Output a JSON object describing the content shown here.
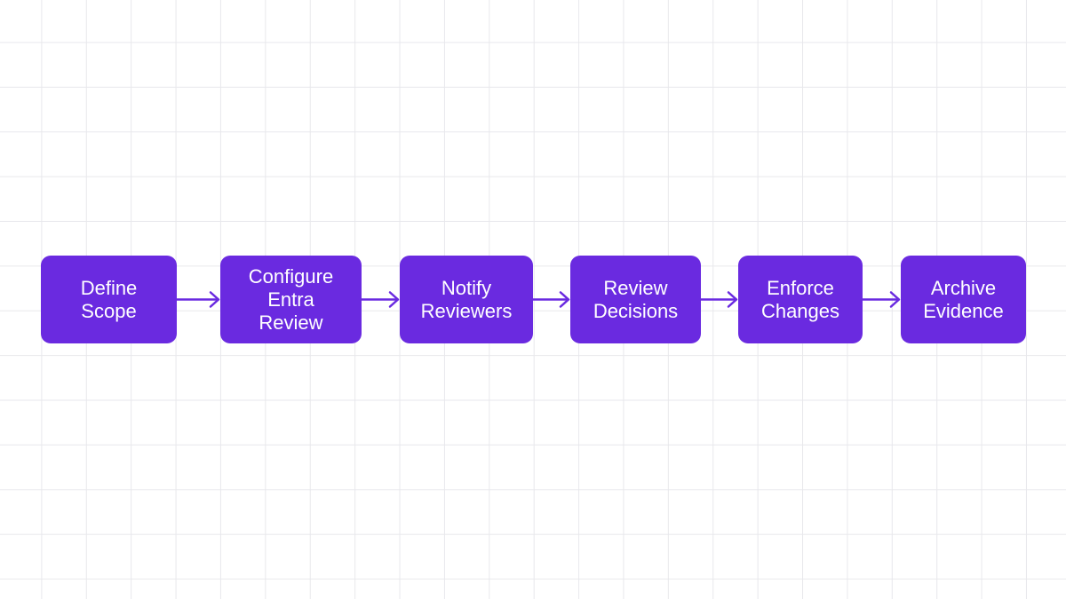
{
  "diagram": {
    "colors": {
      "box_fill": "#6a2ae0",
      "box_text": "#ffffff",
      "arrow": "#6a2ae0",
      "grid_line": "#e8e8ec",
      "background": "#ffffff"
    },
    "steps": [
      {
        "label": "Define\nScope"
      },
      {
        "label": "Configure\nEntra\nReview"
      },
      {
        "label": "Notify\nReviewers"
      },
      {
        "label": "Review\nDecisions"
      },
      {
        "label": "Enforce\nChanges"
      },
      {
        "label": "Archive\nEvidence"
      }
    ],
    "connections": [
      {
        "from": 0,
        "to": 1
      },
      {
        "from": 1,
        "to": 2
      },
      {
        "from": 2,
        "to": 3
      },
      {
        "from": 3,
        "to": 4
      },
      {
        "from": 4,
        "to": 5
      }
    ]
  }
}
